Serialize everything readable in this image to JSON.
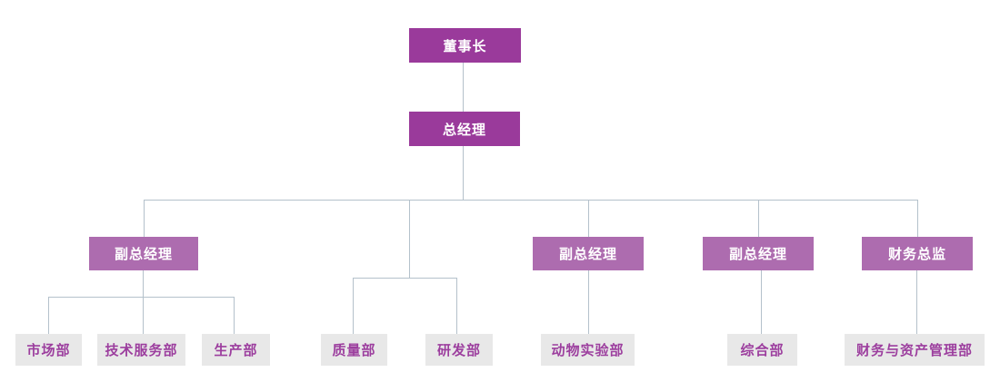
{
  "chart": {
    "type": "org-chart",
    "colors": {
      "executive_box": "#9A3A9B",
      "executive_text": "#FFFFFF",
      "manager_box": "#AD6CAF",
      "manager_text": "#FFFFFF",
      "department_box": "#E8E8E8",
      "department_text": "#9C3E9E",
      "connector": "#B4C1CB",
      "background": "#FFFFFF"
    },
    "nodes": [
      {
        "id": "chairman",
        "label": "董事长",
        "role": "executive",
        "parent": null
      },
      {
        "id": "general-manager",
        "label": "总经理",
        "role": "executive",
        "parent": "chairman"
      },
      {
        "id": "deputy-gm-1",
        "label": "副总经理",
        "role": "manager",
        "parent": "general-manager"
      },
      {
        "id": "deputy-gm-2",
        "label": "副总经理",
        "role": "manager",
        "parent": "general-manager"
      },
      {
        "id": "deputy-gm-3",
        "label": "副总经理",
        "role": "manager",
        "parent": "general-manager"
      },
      {
        "id": "finance-director",
        "label": "财务总监",
        "role": "manager",
        "parent": "general-manager"
      },
      {
        "id": "marketing-dept",
        "label": "市场部",
        "role": "department",
        "parent": "deputy-gm-1"
      },
      {
        "id": "tech-service-dept",
        "label": "技术服务部",
        "role": "department",
        "parent": "deputy-gm-1"
      },
      {
        "id": "production-dept",
        "label": "生产部",
        "role": "department",
        "parent": "deputy-gm-1"
      },
      {
        "id": "quality-dept",
        "label": "质量部",
        "role": "department",
        "parent": "general-manager"
      },
      {
        "id": "rd-dept",
        "label": "研发部",
        "role": "department",
        "parent": "general-manager"
      },
      {
        "id": "animal-lab-dept",
        "label": "动物实验部",
        "role": "department",
        "parent": "deputy-gm-2"
      },
      {
        "id": "general-affairs-dept",
        "label": "综合部",
        "role": "department",
        "parent": "deputy-gm-3"
      },
      {
        "id": "finance-asset-dept",
        "label": "财务与资产管理部",
        "role": "department",
        "parent": "finance-director"
      }
    ]
  }
}
